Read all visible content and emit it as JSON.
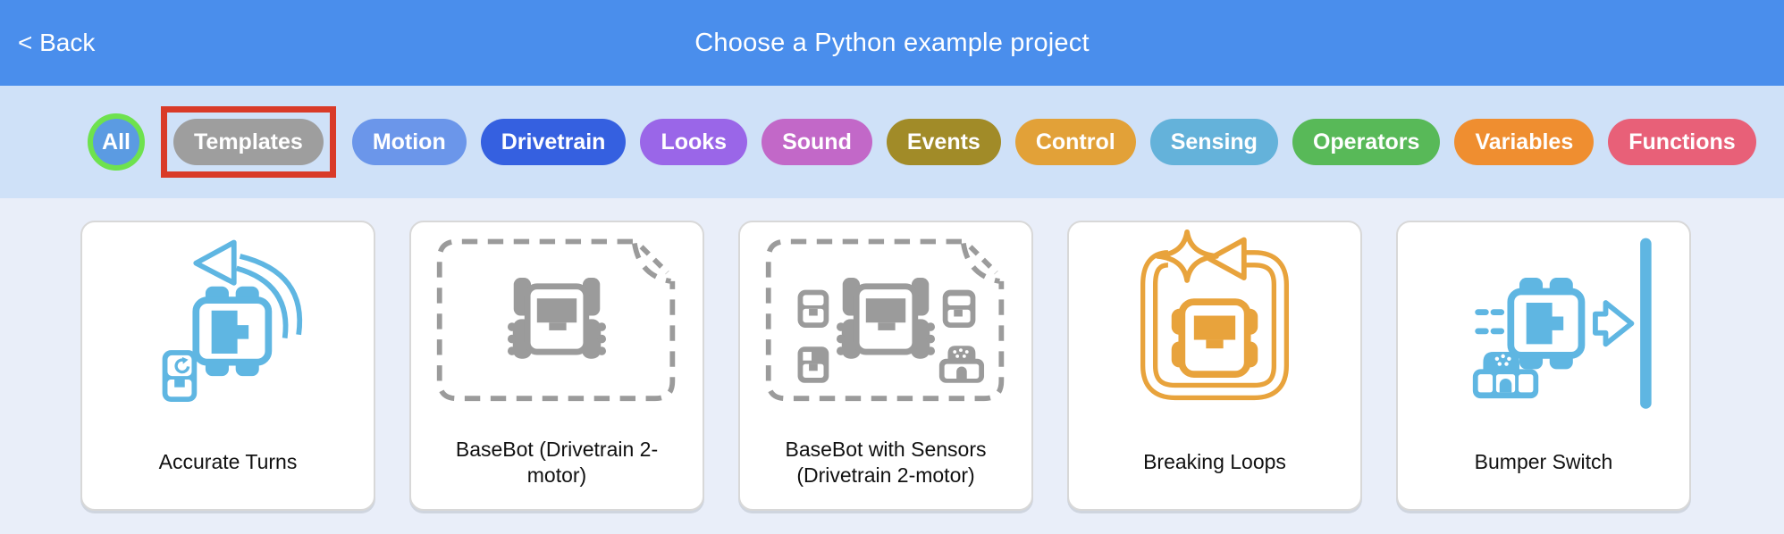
{
  "header": {
    "back_label": "< Back",
    "title": "Choose a Python example project",
    "bg_color": "#4a8eec",
    "text_color": "#ffffff"
  },
  "filter_bar": {
    "bg_color": "#cfe1f8",
    "selected_filter": "Templates",
    "selection_highlight_color": "#d93a28",
    "items": [
      {
        "label": "All",
        "color": "#5b9be2",
        "shape": "circle",
        "ring_color": "#6ee24e",
        "selected": false
      },
      {
        "label": "Templates",
        "color": "#9e9e9e",
        "shape": "pill",
        "selected": true
      },
      {
        "label": "Motion",
        "color": "#6b96ea",
        "shape": "pill",
        "selected": false
      },
      {
        "label": "Drivetrain",
        "color": "#3560e0",
        "shape": "pill",
        "selected": false
      },
      {
        "label": "Looks",
        "color": "#9a66e8",
        "shape": "pill",
        "selected": false
      },
      {
        "label": "Sound",
        "color": "#c268c8",
        "shape": "pill",
        "selected": false
      },
      {
        "label": "Events",
        "color": "#a18b28",
        "shape": "pill",
        "selected": false
      },
      {
        "label": "Control",
        "color": "#e2a138",
        "shape": "pill",
        "selected": false
      },
      {
        "label": "Sensing",
        "color": "#64b2da",
        "shape": "pill",
        "selected": false
      },
      {
        "label": "Operators",
        "color": "#58b958",
        "shape": "pill",
        "selected": false
      },
      {
        "label": "Variables",
        "color": "#ef8e30",
        "shape": "pill",
        "selected": false
      },
      {
        "label": "Functions",
        "color": "#e86078",
        "shape": "pill",
        "selected": false
      }
    ]
  },
  "content": {
    "bg_color": "#e9eef9",
    "projects": [
      {
        "title": "Accurate Turns",
        "icon": "accurate-turns-icon",
        "accent_color": "#5fb6e2",
        "template": false
      },
      {
        "title": "BaseBot (Drivetrain 2-motor)",
        "icon": "basebot-template-icon",
        "accent_color": "#9b9b9b",
        "template": true
      },
      {
        "title": "BaseBot with Sensors (Drivetrain 2-motor)",
        "icon": "basebot-with-sensors-template-icon",
        "accent_color": "#9b9b9b",
        "template": true
      },
      {
        "title": "Breaking Loops",
        "icon": "breaking-loops-icon",
        "accent_color": "#e8a33c",
        "template": false
      },
      {
        "title": "Bumper Switch",
        "icon": "bumper-switch-icon",
        "accent_color": "#5fb6e2",
        "template": false
      }
    ]
  }
}
